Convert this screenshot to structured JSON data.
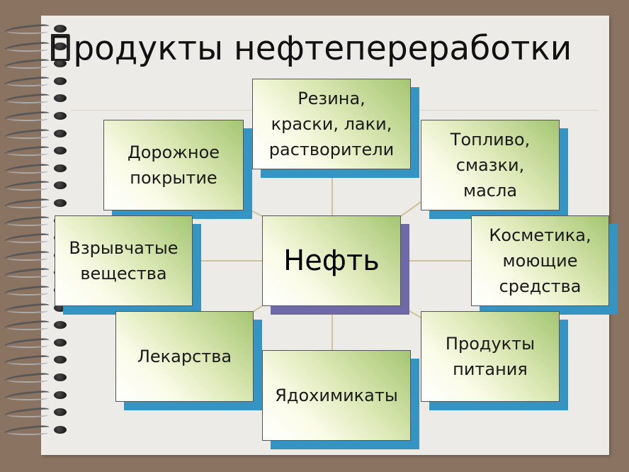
{
  "title": "Продукты нефтепереработки",
  "diagram": {
    "center": "Нефть",
    "nodes": {
      "rubber": "Резина,\nкраски, лаки,\nрастворители",
      "road": "Дорожное\nпокрытие",
      "fuel": "Топливо,\nсмазки,\nмасла",
      "explosives": "Взрывчатые\nвещества",
      "cosmetics": "Косметика,\nмоющие\nсредства",
      "medicine": "Лекарства",
      "food": "Продукты\nпитания",
      "chemicals": "Ядохимикаты"
    }
  },
  "colors": {
    "background": "#8b7362",
    "paper": "#ecebe8",
    "connector": "#cfc39a",
    "box_shadow": "#3594c2",
    "center_shadow": "#6f69a8",
    "box_gradient_dark": "#a4c672",
    "box_gradient_light": "#fafbe7"
  }
}
